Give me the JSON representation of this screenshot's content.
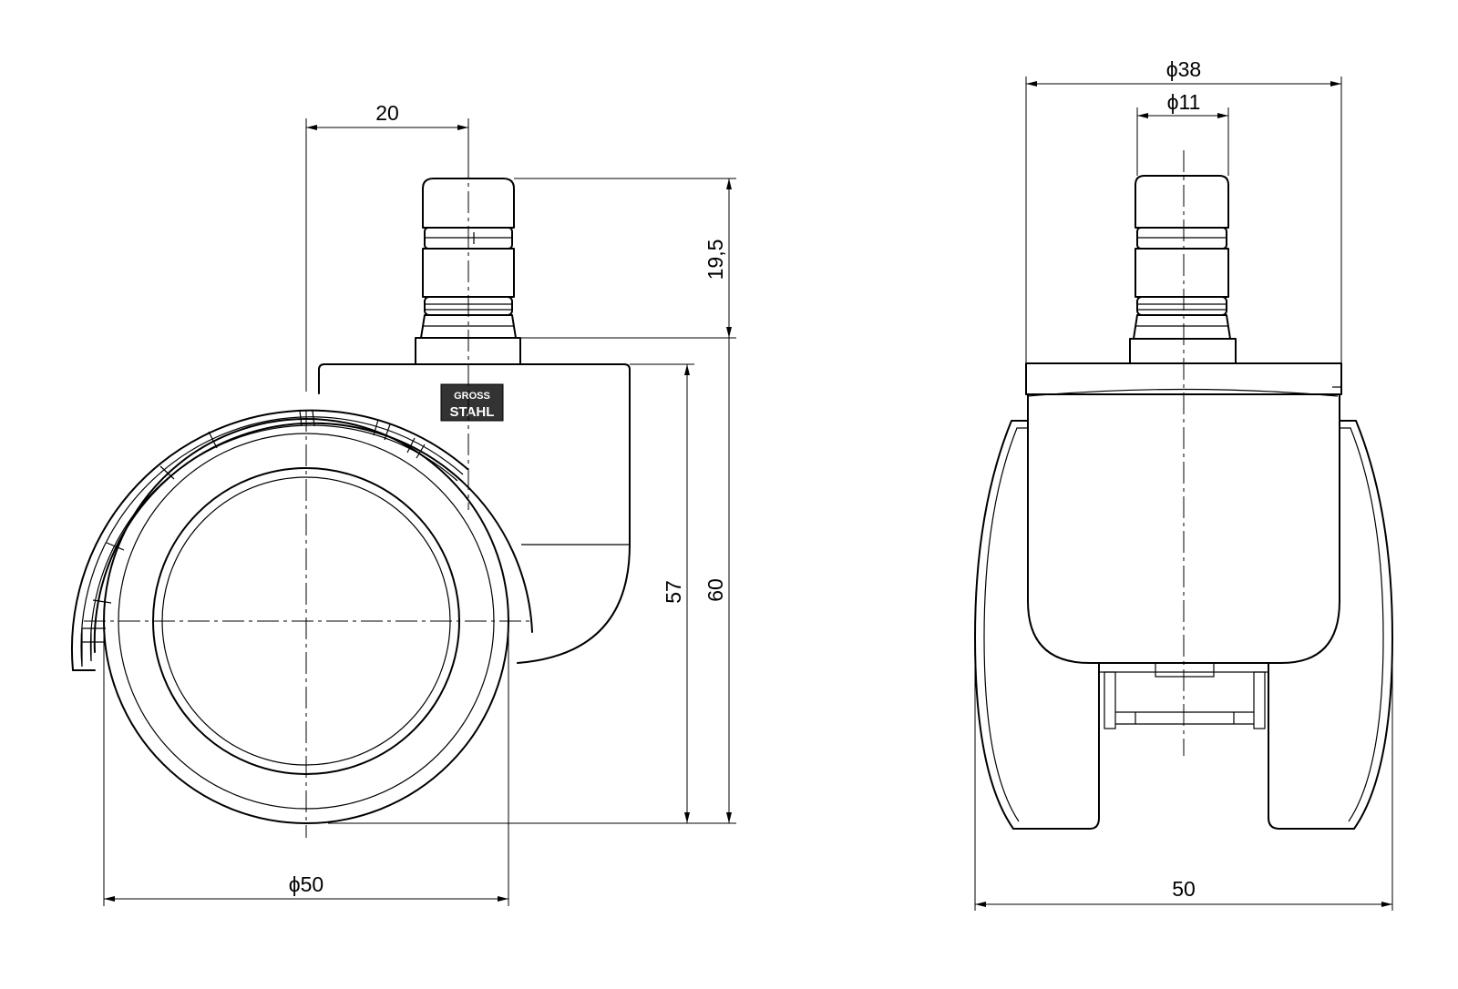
{
  "drawing": {
    "side_view": {
      "dimensions": {
        "offset_width": "20",
        "stem_length": "19,5",
        "height_to_body": "57",
        "overall_height": "60",
        "wheel_diameter_symbol": "ϕ",
        "wheel_diameter": "50"
      },
      "logo": {
        "top": "GROSS",
        "bottom": "STAHL"
      }
    },
    "front_view": {
      "dimensions": {
        "housing_diameter_symbol": "ϕ",
        "housing_diameter": "38",
        "stem_diameter_symbol": "ϕ",
        "stem_diameter": "11",
        "overall_width": "50"
      }
    }
  }
}
